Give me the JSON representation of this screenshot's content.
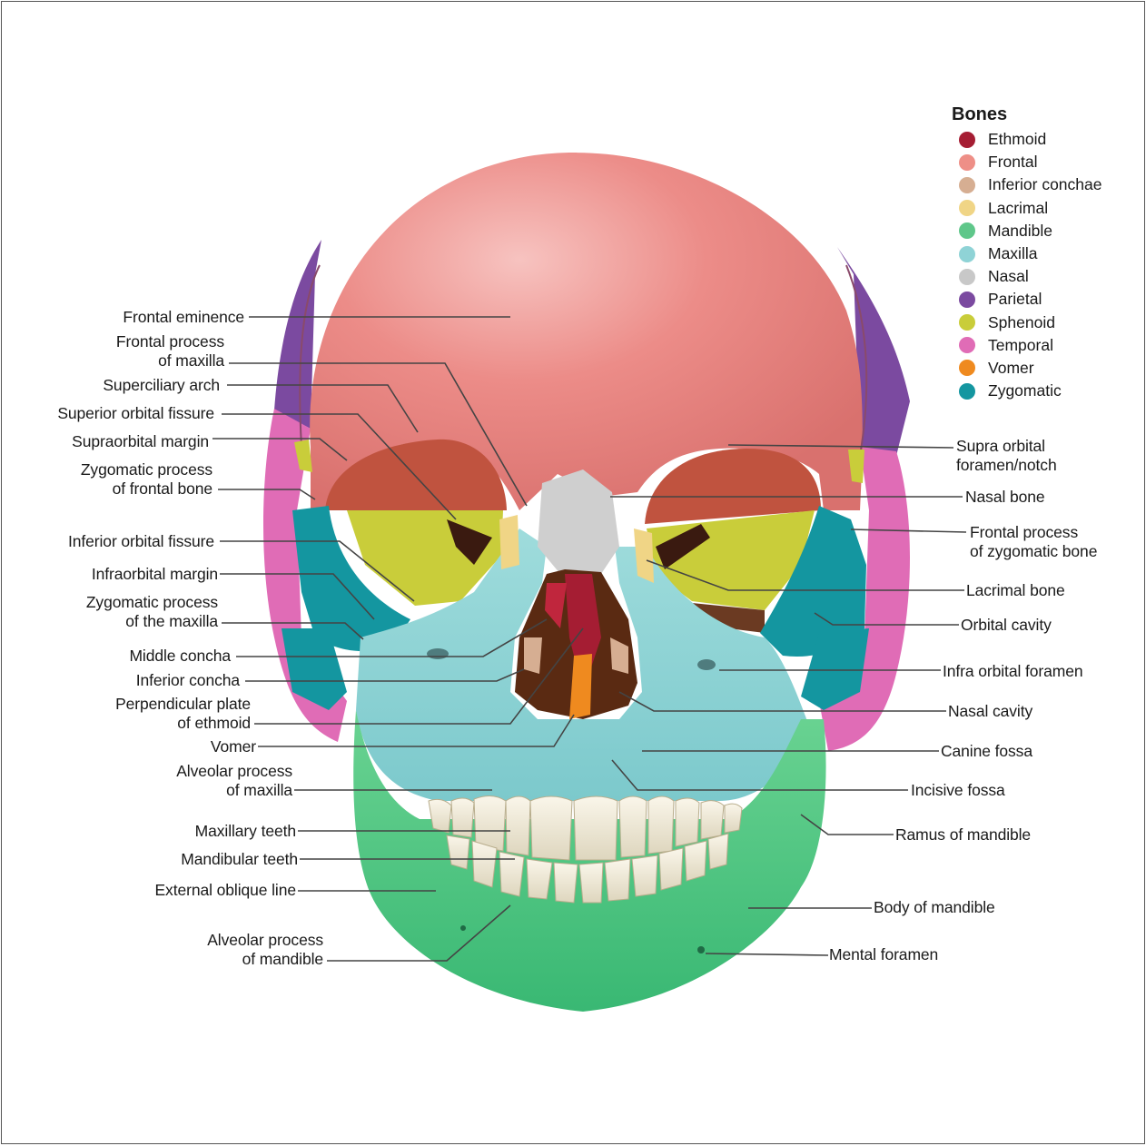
{
  "legend": {
    "title": "Bones",
    "items": [
      {
        "label": "Ethmoid",
        "color": "#a51d33"
      },
      {
        "label": "Frontal",
        "color": "#ee8f87"
      },
      {
        "label": "Inferior conchae",
        "color": "#d6ae92"
      },
      {
        "label": "Lacrimal",
        "color": "#f0d586"
      },
      {
        "label": "Mandible",
        "color": "#5fc78a"
      },
      {
        "label": "Maxilla",
        "color": "#8fd3d6"
      },
      {
        "label": "Nasal",
        "color": "#c8c8c8"
      },
      {
        "label": "Parietal",
        "color": "#7b4aa0"
      },
      {
        "label": "Sphenoid",
        "color": "#c9cd3a"
      },
      {
        "label": "Temporal",
        "color": "#e06cb6"
      },
      {
        "label": "Vomer",
        "color": "#ef8a1f"
      },
      {
        "label": "Zygomatic",
        "color": "#1496a0"
      }
    ]
  },
  "labels_left": [
    "Frontal eminence",
    "Frontal process\nof maxilla",
    "Superciliary arch",
    "Superior orbital fissure",
    "Supraorbital margin",
    "Zygomatic process\nof frontal bone",
    "Inferior orbital fissure",
    "Infraorbital margin",
    "Zygomatic process\nof the maxilla",
    "Middle concha",
    "Inferior concha",
    "Perpendicular plate\nof ethmoid",
    "Vomer",
    "Alveolar process\nof maxilla",
    "Maxillary teeth",
    "Mandibular teeth",
    "External oblique line",
    "Alveolar process\nof mandible"
  ],
  "labels_right": [
    "Supra orbital\nforamen/notch",
    "Nasal bone",
    "Frontal process\nof zygomatic bone",
    "Lacrimal bone",
    "Orbital cavity",
    "Infra orbital foramen",
    "Nasal cavity",
    "Canine fossa",
    "Incisive fossa",
    "Ramus of mandible",
    "Body of mandible",
    "Mental foramen"
  ]
}
